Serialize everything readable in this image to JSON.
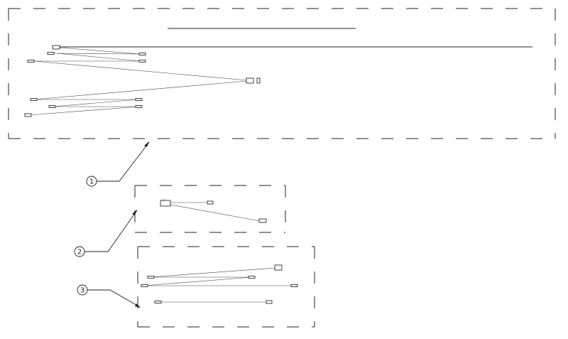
{
  "callouts": [
    {
      "id": "callout-1",
      "label": "1"
    },
    {
      "id": "callout-2",
      "label": "2"
    },
    {
      "id": "callout-3",
      "label": "3"
    }
  ],
  "colors": {
    "line": "#222222",
    "background": "#ffffff"
  }
}
